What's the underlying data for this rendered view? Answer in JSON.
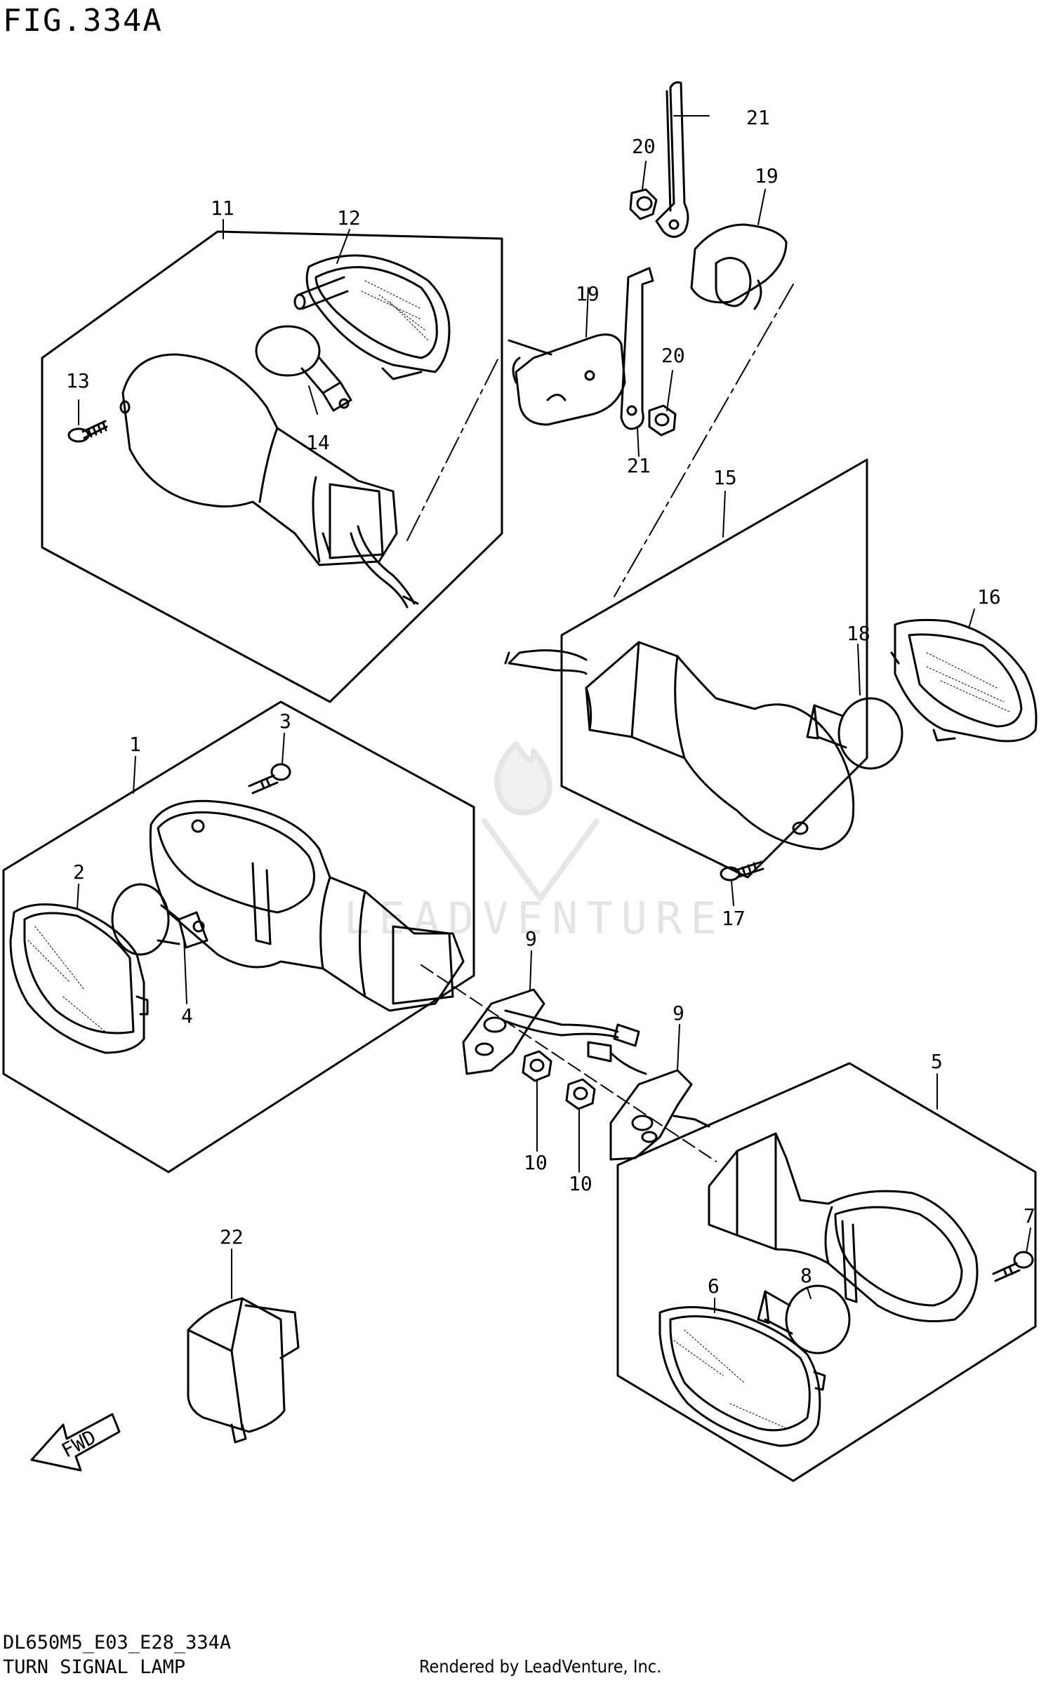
{
  "figure": {
    "title": "FIG.334A",
    "diagram_code": "DL650M5_E03_E28_334A",
    "title_caption": "TURN SIGNAL LAMP",
    "rendered_by": "Rendered by LeadVenture, Inc.",
    "watermark": "LEADVENTURE",
    "direction_label": "FWD"
  },
  "callouts": [
    {
      "id": "1",
      "label": "1"
    },
    {
      "id": "2",
      "label": "2"
    },
    {
      "id": "3",
      "label": "3"
    },
    {
      "id": "4",
      "label": "4"
    },
    {
      "id": "5",
      "label": "5"
    },
    {
      "id": "6",
      "label": "6"
    },
    {
      "id": "7",
      "label": "7"
    },
    {
      "id": "8",
      "label": "8"
    },
    {
      "id": "9a",
      "label": "9"
    },
    {
      "id": "9b",
      "label": "9"
    },
    {
      "id": "10a",
      "label": "10"
    },
    {
      "id": "10b",
      "label": "10"
    },
    {
      "id": "11",
      "label": "11"
    },
    {
      "id": "12",
      "label": "12"
    },
    {
      "id": "13",
      "label": "13"
    },
    {
      "id": "14",
      "label": "14"
    },
    {
      "id": "15",
      "label": "15"
    },
    {
      "id": "16",
      "label": "16"
    },
    {
      "id": "17",
      "label": "17"
    },
    {
      "id": "18",
      "label": "18"
    },
    {
      "id": "19a",
      "label": "19"
    },
    {
      "id": "19b",
      "label": "19"
    },
    {
      "id": "20a",
      "label": "20"
    },
    {
      "id": "20b",
      "label": "20"
    },
    {
      "id": "21a",
      "label": "21"
    },
    {
      "id": "21b",
      "label": "21"
    },
    {
      "id": "22",
      "label": "22"
    }
  ]
}
